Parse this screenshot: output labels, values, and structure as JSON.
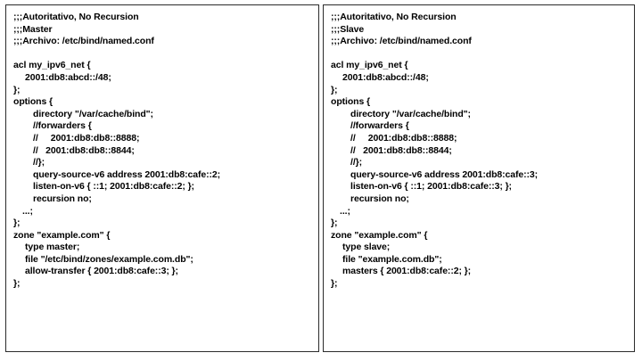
{
  "figure": {
    "background_color": "#ffffff",
    "text_color": "#000000",
    "border_color": "#2b2b2b"
  },
  "panels": [
    {
      "name": "master",
      "role_label": "Master",
      "file_path": "/etc/bind/named.conf",
      "lines": [
        {
          "indent": 0,
          "text": ";;;Autoritativo, No Recursion"
        },
        {
          "indent": 0,
          "text": ";;;Master"
        },
        {
          "indent": 0,
          "text": ";;;Archivo: /etc/bind/named.conf"
        },
        {
          "indent": 0,
          "text": ""
        },
        {
          "indent": 0,
          "text": "acl my_ipv6_net {"
        },
        {
          "indent": 1,
          "text": "2001:db8:abcd::/48;"
        },
        {
          "indent": 0,
          "text": "};"
        },
        {
          "indent": 0,
          "text": "options {"
        },
        {
          "indent": 2,
          "text": "directory \"/var/cache/bind\";"
        },
        {
          "indent": 2,
          "text": "//forwarders {"
        },
        {
          "indent": 2,
          "text": "//     2001:db8:db8::8888;"
        },
        {
          "indent": 2,
          "text": "//   2001:db8:db8::8844;"
        },
        {
          "indent": 2,
          "text": "//};"
        },
        {
          "indent": 2,
          "text": "query-source-v6 address 2001:db8:cafe::2;"
        },
        {
          "indent": 2,
          "text": "listen-on-v6 { ::1; 2001:db8:cafe::2; };"
        },
        {
          "indent": 2,
          "text": "recursion no;"
        },
        {
          "indent": 3,
          "text": "...;"
        },
        {
          "indent": 0,
          "text": "};"
        },
        {
          "indent": 0,
          "text": "zone \"example.com\" {"
        },
        {
          "indent": 1,
          "text": "type master;"
        },
        {
          "indent": 1,
          "text": "file \"/etc/bind/zones/example.com.db\";"
        },
        {
          "indent": 1,
          "text": "allow-transfer { 2001:db8:cafe::3; };"
        },
        {
          "indent": 0,
          "text": "};"
        }
      ]
    },
    {
      "name": "slave",
      "role_label": "Slave",
      "file_path": "/etc/bind/named.conf",
      "lines": [
        {
          "indent": 0,
          "text": ";;;Autoritativo, No Recursion"
        },
        {
          "indent": 0,
          "text": ";;;Slave"
        },
        {
          "indent": 0,
          "text": ";;;Archivo: /etc/bind/named.conf"
        },
        {
          "indent": 0,
          "text": ""
        },
        {
          "indent": 0,
          "text": "acl my_ipv6_net {"
        },
        {
          "indent": 1,
          "text": "2001:db8:abcd::/48;"
        },
        {
          "indent": 0,
          "text": "};"
        },
        {
          "indent": 0,
          "text": "options {"
        },
        {
          "indent": 2,
          "text": "directory \"/var/cache/bind\";"
        },
        {
          "indent": 2,
          "text": "//forwarders {"
        },
        {
          "indent": 2,
          "text": "//     2001:db8:db8::8888;"
        },
        {
          "indent": 2,
          "text": "//   2001:db8:db8::8844;"
        },
        {
          "indent": 2,
          "text": "//};"
        },
        {
          "indent": 2,
          "text": "query-source-v6 address 2001:db8:cafe::3;"
        },
        {
          "indent": 2,
          "text": "listen-on-v6 { ::1; 2001:db8:cafe::3; };"
        },
        {
          "indent": 2,
          "text": "recursion no;"
        },
        {
          "indent": 3,
          "text": "...;"
        },
        {
          "indent": 0,
          "text": "};"
        },
        {
          "indent": 0,
          "text": "zone \"example.com\" {"
        },
        {
          "indent": 1,
          "text": "type slave;"
        },
        {
          "indent": 1,
          "text": "file \"example.com.db\";"
        },
        {
          "indent": 1,
          "text": "masters { 2001:db8:cafe::2; };"
        },
        {
          "indent": 0,
          "text": "};"
        }
      ]
    }
  ]
}
